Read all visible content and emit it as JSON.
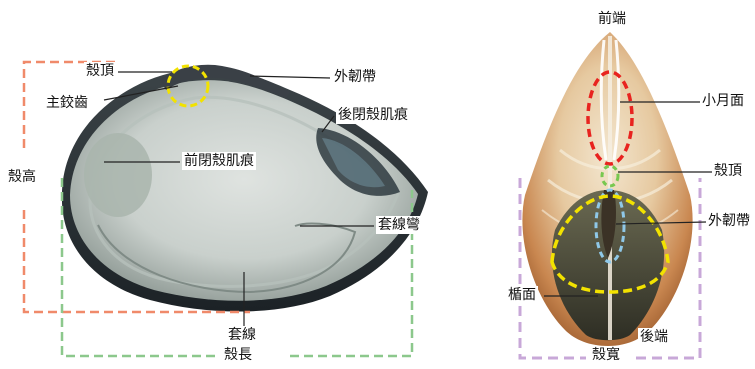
{
  "diagram": {
    "left_view": {
      "labels": {
        "umbo": "殼頂",
        "hinge_teeth": "主鉸齒",
        "ligament": "外韌帶",
        "posterior_adductor_scar": "後閉殼肌痕",
        "anterior_adductor_scar": "前閉殼肌痕",
        "shell_height": "殼高",
        "pallial_sinus": "套線彎",
        "pallial_line": "套線",
        "shell_length": "殼長"
      }
    },
    "right_view": {
      "labels": {
        "anterior_end": "前端",
        "lunule": "小月面",
        "umbo": "殼頂",
        "ligament": "外韌帶",
        "escutcheon": "楯面",
        "posterior_end": "後端",
        "shell_width": "殼寬"
      }
    },
    "colors": {
      "height_bracket": "#f08a6a",
      "length_bracket": "#8cc88c",
      "width_bracket": "#c8a8d8",
      "highlight_yellow": "#f2e200",
      "highlight_red": "#e8231f",
      "highlight_green": "#78c850",
      "highlight_blue": "#8fc8e8"
    }
  }
}
